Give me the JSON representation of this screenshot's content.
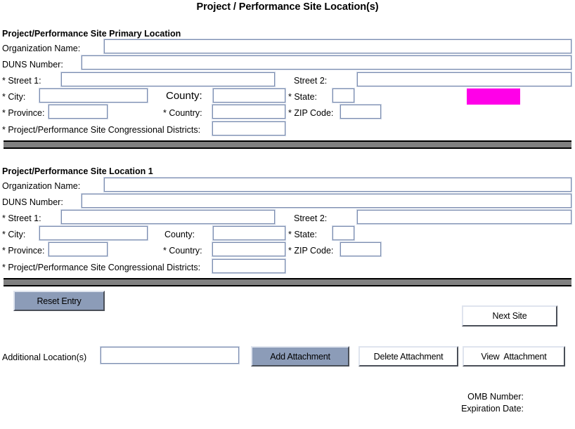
{
  "page": {
    "title": "Project / Performance Site Location(s)"
  },
  "sections": [
    {
      "heading": "Project/Performance Site Primary Location",
      "fields": {
        "organization_name_label": "Organization Name:",
        "organization_name_value": "",
        "duns_label": "DUNS Number:",
        "duns_value": "",
        "street1_label": "* Street 1:",
        "street1_value": "",
        "street2_label": "Street 2:",
        "street2_value": "",
        "city_label": "* City:",
        "city_value": "",
        "county_label": "County:",
        "county_value": "",
        "state_label": "* State:",
        "state_value": "",
        "province_label": "* Province:",
        "province_value": "",
        "country_label": "* Country:",
        "country_value": "",
        "zip_label": "* ZIP Code:",
        "zip_value": "",
        "districts_label": "* Project/Performance Site Congressional Districts:",
        "districts_value": ""
      }
    },
    {
      "heading": "Project/Performance Site Location 1",
      "fields": {
        "organization_name_label": "Organization Name:",
        "organization_name_value": "",
        "duns_label": "DUNS Number:",
        "duns_value": "",
        "street1_label": "* Street 1:",
        "street1_value": "",
        "street2_label": "Street 2:",
        "street2_value": "",
        "city_label": "* City:",
        "city_value": "",
        "county_label": "County:",
        "county_value": "",
        "state_label": "* State:",
        "state_value": "",
        "province_label": "* Province:",
        "province_value": "",
        "country_label": "* Country:",
        "country_value": "",
        "zip_label": "* ZIP Code:",
        "zip_value": "",
        "districts_label": "* Project/Performance Site Congressional Districts:",
        "districts_value": ""
      }
    }
  ],
  "actions": {
    "reset_entry": "Reset Entry",
    "next_site": "Next Site",
    "additional_locations_label": "Additional Location(s)",
    "additional_locations_value": "",
    "add_attachment": "Add Attachment",
    "delete_attachment": "Delete Attachment",
    "view_attachment": "View  Attachment"
  },
  "footer": {
    "omb_number": "OMB Number:",
    "expiration_date": "Expiration Date:"
  },
  "colors": {
    "separator_bar": "#808080",
    "button_blue": "#8c9cb8",
    "field_border": "#7c8db0",
    "highlight_magenta": "#ff00e8"
  }
}
